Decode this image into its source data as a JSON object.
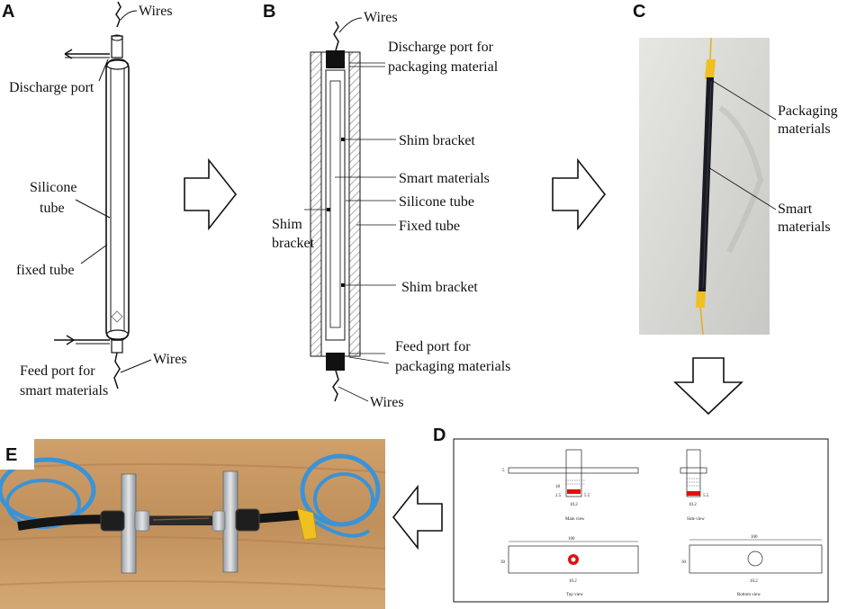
{
  "panels": {
    "a": {
      "letter": "A",
      "wires_top": "Wires",
      "discharge": "Discharge port",
      "silicone_1": "Silicone",
      "silicone_2": "tube",
      "fixed": "fixed tube",
      "wires_bottom": "Wires",
      "feed_1": "Feed port for",
      "feed_2": "smart materials"
    },
    "b": {
      "letter": "B",
      "wires_top": "Wires",
      "discharge_1": "Discharge port for",
      "discharge_2": "packaging material",
      "shim_top": "Shim bracket",
      "smart": "Smart materials",
      "silicone": "Silicone tube",
      "fixed": "Fixed tube",
      "shim_left_1": "Shim",
      "shim_left_2": "bracket",
      "shim_bottom": "Shim bracket",
      "feed_1": "Feed port for",
      "feed_2": "packaging materials",
      "wires_bottom": "Wires"
    },
    "c": {
      "letter": "C",
      "packaging_1": "Packaging",
      "packaging_2": "materials",
      "smart_1": "Smart",
      "smart_2": "materials"
    },
    "d": {
      "letter": "D",
      "main_view": "Main view",
      "side_view": "Side view",
      "top_view": "Top view",
      "bottom_view": "Bottom view",
      "dim_100a": "100",
      "dim_100b": "100",
      "dim_30a": "30",
      "dim_30b": "30",
      "dim_10_2a": "10.2",
      "dim_10_2b": "10.2",
      "dim_10_2c": "10.2",
      "dim_10_2d": "10.2",
      "dim_18": "18",
      "dim_2_5": "2.5",
      "dim_5": "5",
      "dim_5_5a": "5.5",
      "dim_5_5b": "5.5"
    },
    "e": {
      "letter": "E"
    }
  },
  "colors": {
    "stroke": "#111111",
    "hatch": "#9a9a9a",
    "red": "#e01010",
    "cable_blue": "#3b93d6",
    "wood": "#c99a66",
    "photo_wall": "#d8d8d4",
    "yellow_tape": "#f0c020"
  }
}
